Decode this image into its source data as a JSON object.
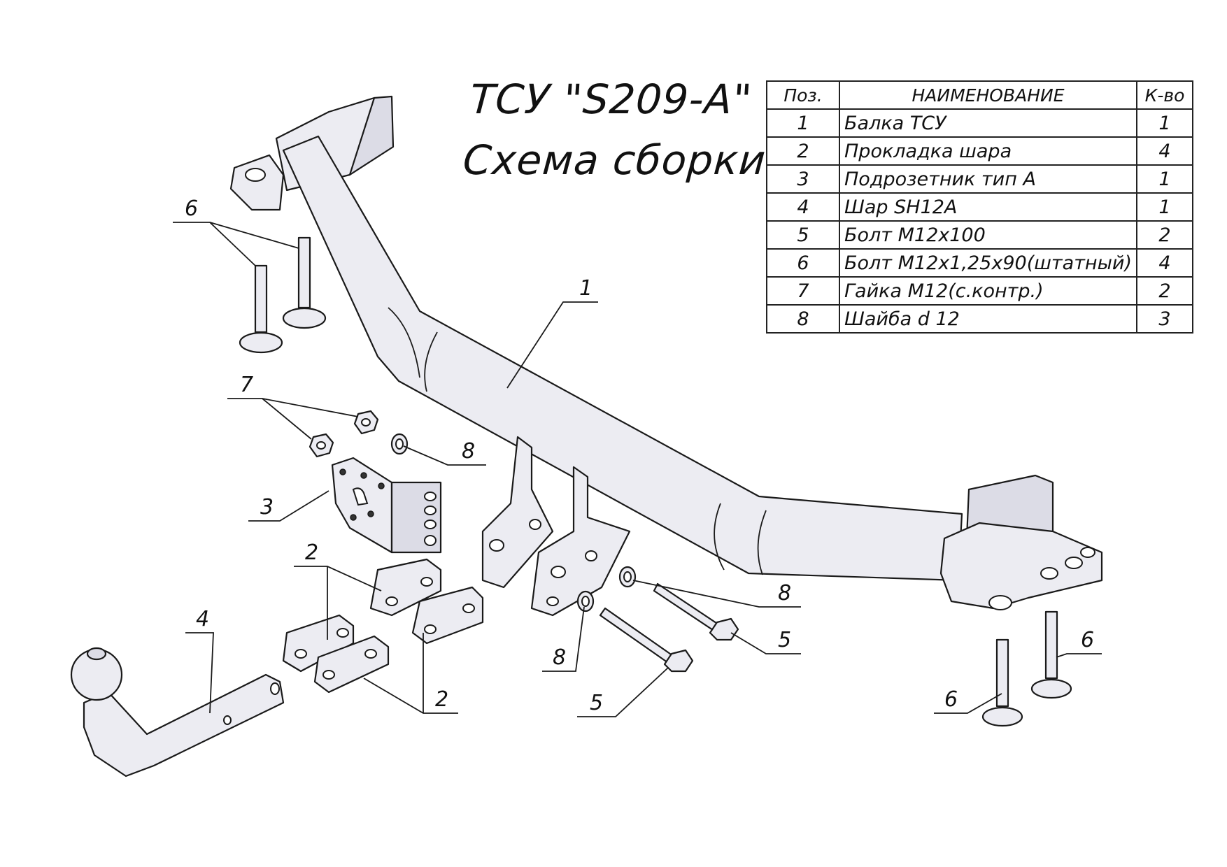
{
  "title": {
    "line1": "ТСУ \"S209-A\"",
    "line2": "Схема сборки"
  },
  "table": {
    "headers": {
      "pos": "Поз.",
      "name": "НАИМЕНОВАНИЕ",
      "qty": "К-во"
    },
    "rows": [
      {
        "pos": "1",
        "name": "Балка ТСУ",
        "qty": "1"
      },
      {
        "pos": "2",
        "name": "Прокладка шара",
        "qty": "4"
      },
      {
        "pos": "3",
        "name": "Подрозетник тип А",
        "qty": "1"
      },
      {
        "pos": "4",
        "name": "Шар SH12A",
        "qty": "1"
      },
      {
        "pos": "5",
        "name": "Болт М12х100",
        "qty": "2"
      },
      {
        "pos": "6",
        "name": "Болт М12х1,25х90(штатный)",
        "qty": "4"
      },
      {
        "pos": "7",
        "name": "Гайка М12(с.контр.)",
        "qty": "2"
      },
      {
        "pos": "8",
        "name": "Шайба d 12",
        "qty": "3"
      }
    ]
  },
  "callouts": {
    "beam": "1",
    "spacer_top": "2",
    "spacer_bottom": "2",
    "socket_plate": "3",
    "ball": "4",
    "bolt_right": "5",
    "bolt_lower": "5",
    "bolt_left_pair": "6",
    "bolt_right_lower": "6",
    "bolt_right_upper": "6",
    "nut_pair": "7",
    "washer_top": "8",
    "washer_right": "8",
    "washer_lower": "8"
  }
}
